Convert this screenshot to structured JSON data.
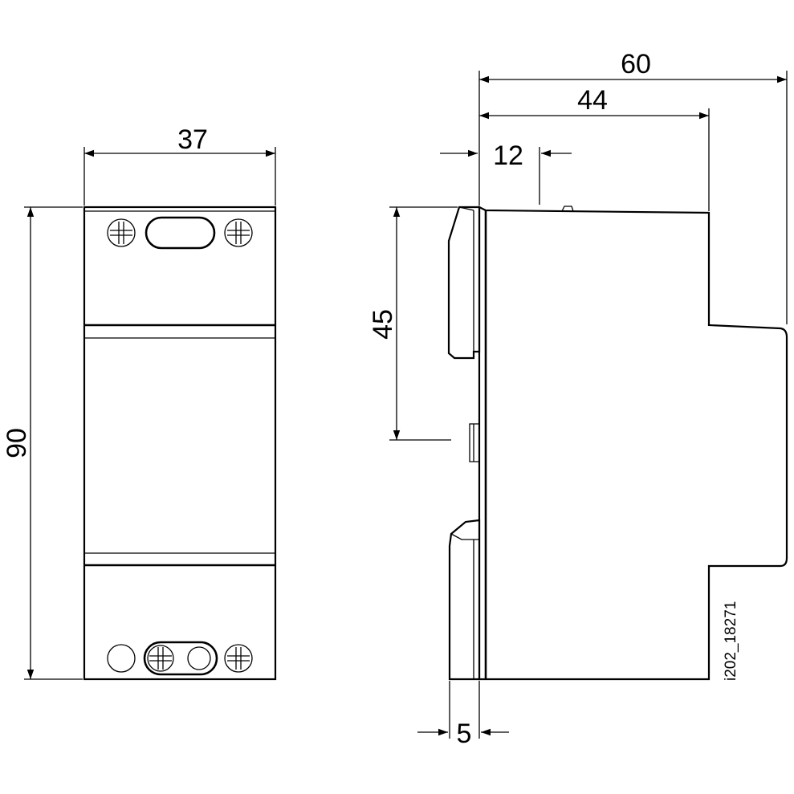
{
  "dimensions": {
    "width_front": "37",
    "height_front": "90",
    "depth_total": "60",
    "depth_upper": "44",
    "offset_top": "12",
    "rail_height": "45",
    "rail_offset": "5"
  },
  "drawing_code": "i202_18271",
  "colors": {
    "line": "#000000",
    "background": "#ffffff"
  }
}
